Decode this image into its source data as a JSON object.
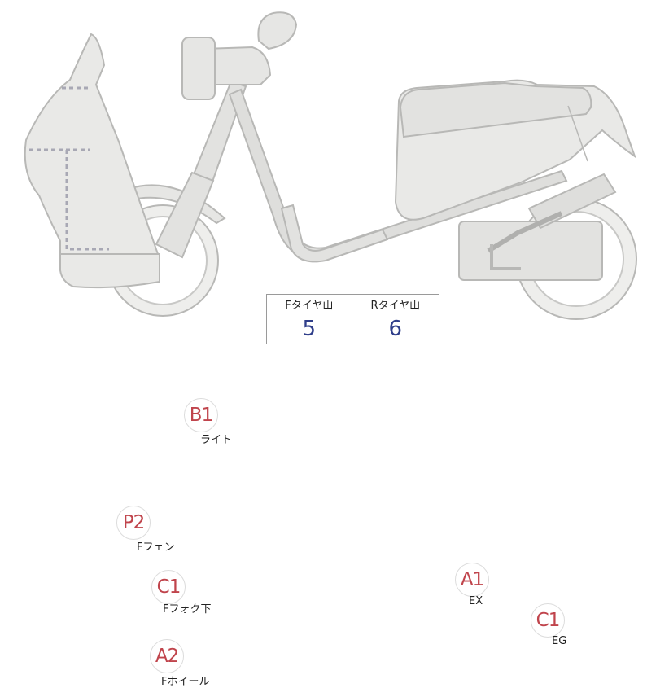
{
  "colors": {
    "body_fill": "#e9e9e7",
    "body_stroke": "#b8b8b6",
    "frame_fill": "#dededc",
    "dotted_line": "#a8a8b4",
    "badge_text": "#c0444c",
    "table_value": "#2f3e8a",
    "table_border": "#9a9a9a"
  },
  "callouts": [
    {
      "id": "B1",
      "label": "ライト"
    },
    {
      "id": "P2",
      "label": "Fフェン"
    },
    {
      "id": "C1",
      "label": "Fフォク下"
    },
    {
      "id": "A2",
      "label": "Fホイール"
    },
    {
      "id": "A1",
      "label": "EX"
    },
    {
      "id": "C1",
      "label": "EG"
    }
  ],
  "tire_table": {
    "headers": [
      "Fタイヤ山",
      "Rタイヤ山"
    ],
    "values": [
      "5",
      "6"
    ]
  }
}
